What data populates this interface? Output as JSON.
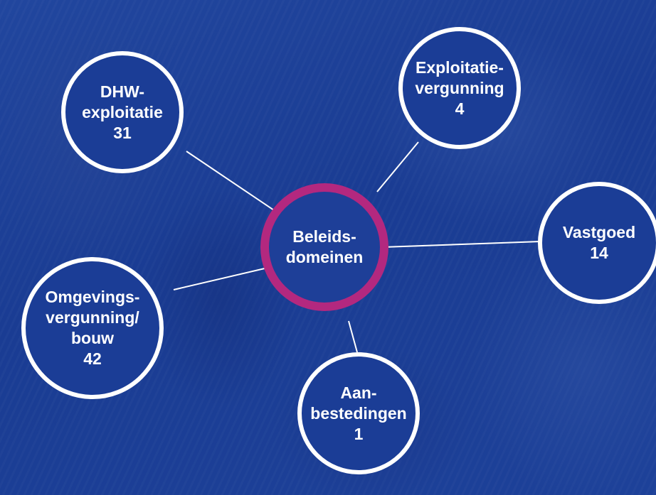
{
  "colors": {
    "background": "#1b3d96",
    "center_ring": "#b3287f",
    "outer_ring": "#ffffff",
    "connector": "#ffffff",
    "text": "#ffffff"
  },
  "center": {
    "line1": "Beleids-",
    "line2": "domeinen"
  },
  "domains": [
    {
      "line1": "DHW-",
      "line2": "exploitatie",
      "count": "31"
    },
    {
      "line1": "Exploitatie-",
      "line2": "vergunning",
      "count": "4"
    },
    {
      "line1": "Vastgoed",
      "count": "14"
    },
    {
      "line1": "Aan-",
      "line2": "bestedingen",
      "count": "1"
    },
    {
      "line1": "Omgevings-",
      "line2": "vergunning/",
      "line3": "bouw",
      "count": "42"
    }
  ]
}
